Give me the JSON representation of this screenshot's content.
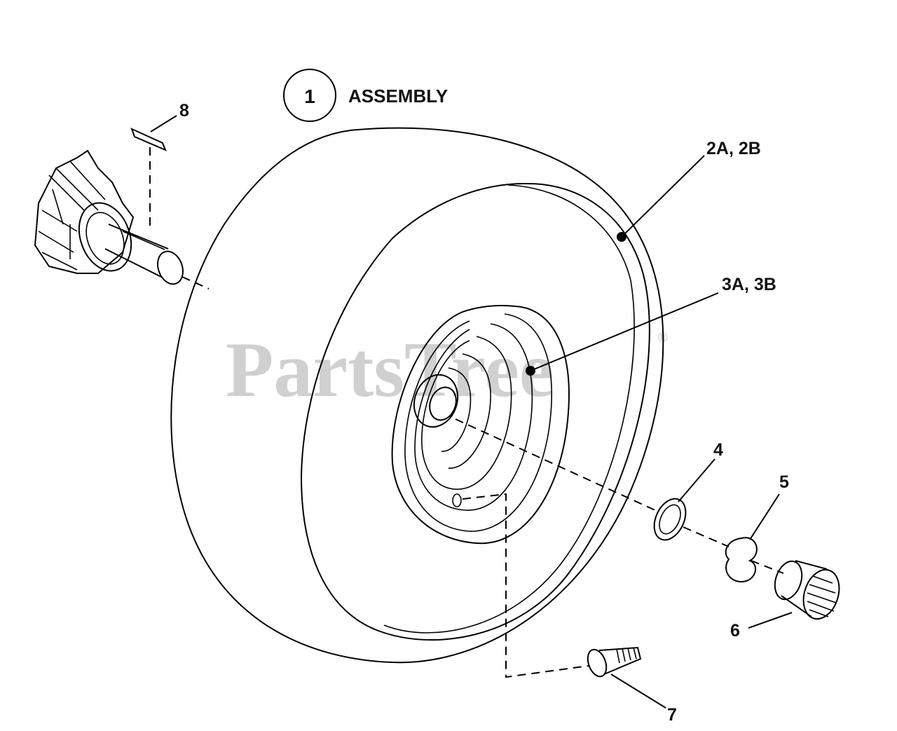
{
  "watermark": "PartsTree",
  "watermark_mark": "®",
  "assembly": {
    "number": "1",
    "label": "ASSEMBLY"
  },
  "callouts": {
    "tire": "2A, 2B",
    "rim": "3A, 3B",
    "washer": "4",
    "retaining_ring": "5",
    "hub_cap": "6",
    "valve_stem": "7",
    "key": "8"
  }
}
